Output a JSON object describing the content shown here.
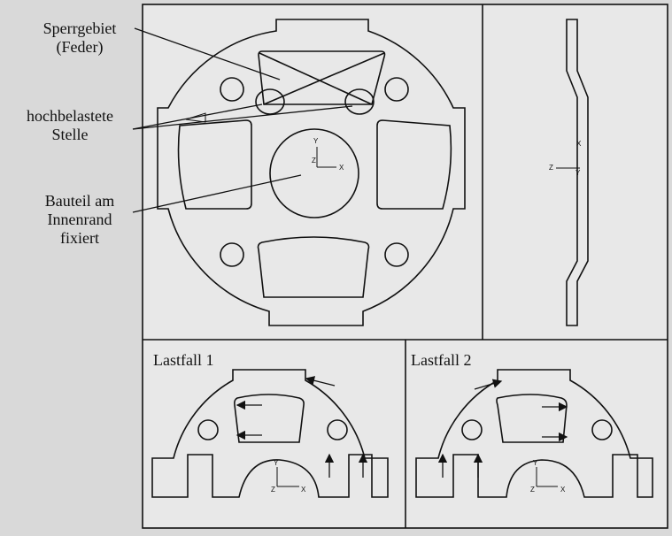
{
  "annotations": {
    "blocked_area": "Sperrgebiet\n(Feder)",
    "high_stress": "hochbelastete\nStelle",
    "fixed_inner": "Bauteil am\nInnenrand\nfixiert"
  },
  "panels": {
    "load_case_1": "Lastfall 1",
    "load_case_2": "Lastfall 2"
  },
  "axes": {
    "main": {
      "y": "Y",
      "z": "Z",
      "x": "X"
    },
    "side": {
      "x": "X",
      "z": "Z",
      "y": "Y"
    },
    "lc1": {
      "y": "Y",
      "z": "Z",
      "x": "X"
    },
    "lc2": {
      "y": "Y",
      "z": "Z",
      "x": "X"
    }
  },
  "colors": {
    "line": "#111111",
    "paper": "#e8e8e8",
    "background": "#d9d9d9"
  }
}
